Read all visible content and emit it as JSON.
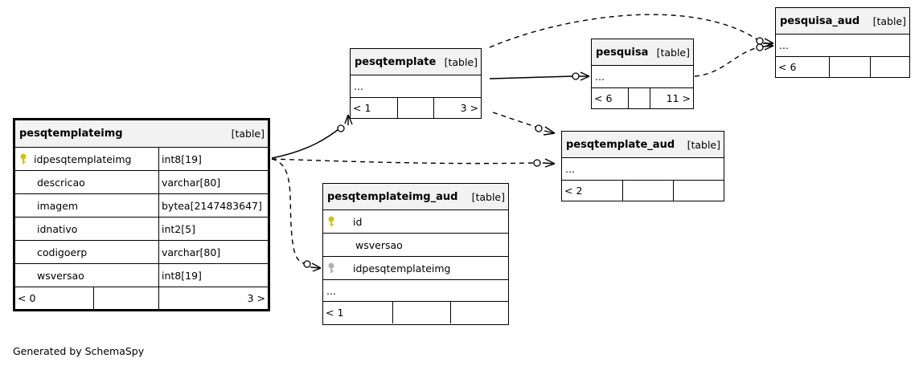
{
  "footer": {
    "generated": "Generated by SchemaSpy"
  },
  "tables": {
    "pesqtemplateimg": {
      "name": "pesqtemplateimg",
      "tag": "[table]",
      "columns": [
        {
          "name": "idpesqtemplateimg",
          "type": "int8[19]",
          "key": "primary"
        },
        {
          "name": "descricao",
          "type": "varchar[80]",
          "key": ""
        },
        {
          "name": "imagem",
          "type": "bytea[2147483647]",
          "key": ""
        },
        {
          "name": "idnativo",
          "type": "int2[5]",
          "key": ""
        },
        {
          "name": "codigoerp",
          "type": "varchar[80]",
          "key": ""
        },
        {
          "name": "wsversao",
          "type": "int8[19]",
          "key": ""
        }
      ],
      "parents": "< 0",
      "children": "3 >"
    },
    "pesqtemplate": {
      "name": "pesqtemplate",
      "tag": "[table]",
      "body": "...",
      "parents": "< 1",
      "children": "3 >"
    },
    "pesquisa": {
      "name": "pesquisa",
      "tag": "[table]",
      "body": "...",
      "parents": "< 6",
      "children": "11 >"
    },
    "pesquisa_aud": {
      "name": "pesquisa_aud",
      "tag": "[table]",
      "body": "...",
      "parents": "< 6",
      "children": ""
    },
    "pesqtemplate_aud": {
      "name": "pesqtemplate_aud",
      "tag": "[table]",
      "body": "...",
      "parents": "< 2",
      "children": ""
    },
    "pesqtemplateimg_aud": {
      "name": "pesqtemplateimg_aud",
      "tag": "[table]",
      "columns": [
        {
          "name": "id",
          "key": "primary"
        },
        {
          "name": "wsversao",
          "key": ""
        },
        {
          "name": "idpesqtemplateimg",
          "key": "foreign"
        }
      ],
      "body": "...",
      "parents": "< 1",
      "children": ""
    }
  },
  "colors": {
    "primary_key": "#d4c400",
    "foreign_key": "#b0b0b0",
    "header_bg": "#f2f2f2"
  }
}
